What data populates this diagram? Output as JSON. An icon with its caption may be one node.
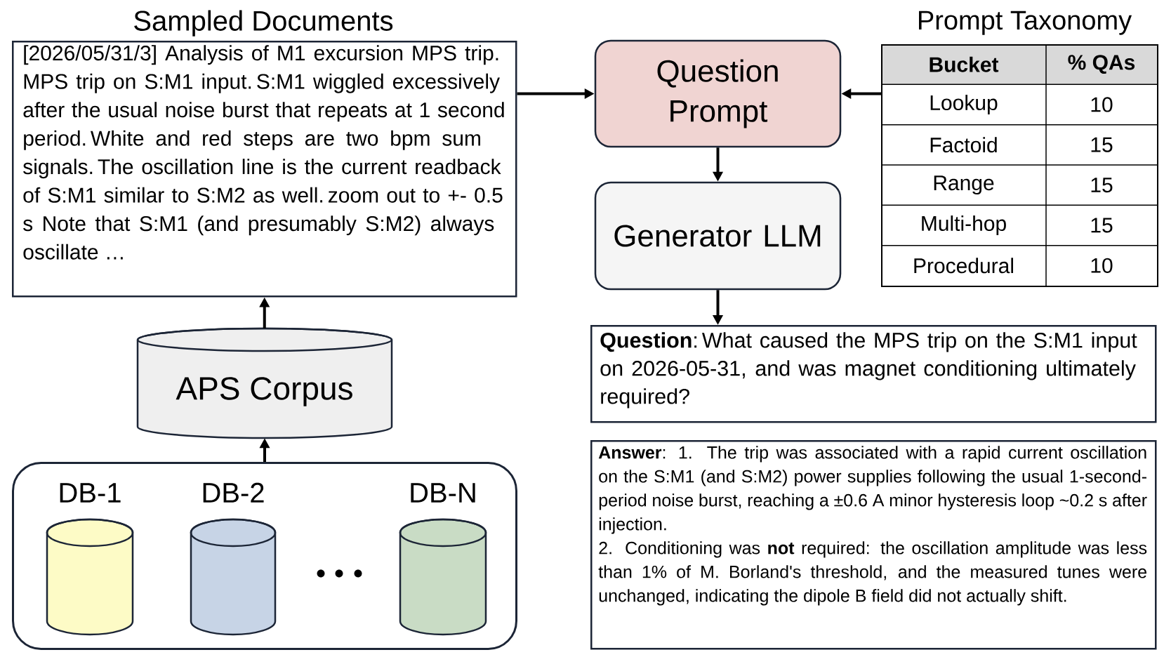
{
  "diagram": {
    "nodes": [
      {
        "text": [
          "Sampled Documents",
          "[2026/05/31/3] Analysis of M1 excursion MPS trip. MPS trip on S:M1 input. S:M1 wiggled excessively after the usual noise burst that repeats at 1 second period. White and red steps are two bpm sum signals. The oscillation line is the current readback of S:M1 similar to S:M2 as well. zoom out to +- 0.5 s Note that S:M1 (and presumably S:M2) always oscillate …"
        ]
      },
      {
        "text": [
          "Question Prompt"
        ]
      },
      {
        "text": [
          "Generator LLM"
        ]
      },
      {
        "text": [
          "Prompt Taxonomy",
          "Bucket",
          "% QAs",
          "Lookup",
          "10",
          "Factoid",
          "15",
          "Range",
          "15",
          "Multi-hop",
          "15",
          "Procedural",
          "10"
        ]
      },
      {
        "text": [
          "**Question**: What caused the MPS trip on the S:M1 input on 2026-05-31, and was magnet conditioning ultimately required?"
        ]
      },
      {
        "text": [
          "**Answer**: 1. The trip was associated with a rapid current oscillation on the S:M1 (and S:M2) power supplies following the usual 1-second-period noise burst, reaching a ±0.6 A minor hysteresis loop ~0.2 s after injection.",
          "2. Conditioning was **not** required: the oscillation amplitude was less than 1% of M. Borland's threshold, and the measured tunes were unchanged, indicating the dipole B field did not actually shift."
        ]
      },
      {
        "text": [
          "APS Corpus"
        ]
      },
      {
        "text": [],
        "shape": "box"
      },
      {
        "text": [
          "DB-1"
        ],
        "in": 7
      },
      {
        "text": [
          "DB-2"
        ],
        "in": 7
      },
      {
        "text": [
          "DB-N"
        ],
        "in": 7
      }
    ],
    "edges": [
      {
        "from": 0,
        "to": 1,
        "arrow": "to"
      },
      {
        "from": 3,
        "to": 1,
        "arrow": "to"
      },
      {
        "from": 1,
        "to": 2,
        "arrow": "to"
      },
      {
        "from": 2,
        "to": 4,
        "arrow": "to"
      },
      {
        "from": 6,
        "to": 0,
        "arrow": "to"
      },
      {
        "from": 7,
        "to": 6,
        "arrow": "to"
      }
    ]
  }
}
